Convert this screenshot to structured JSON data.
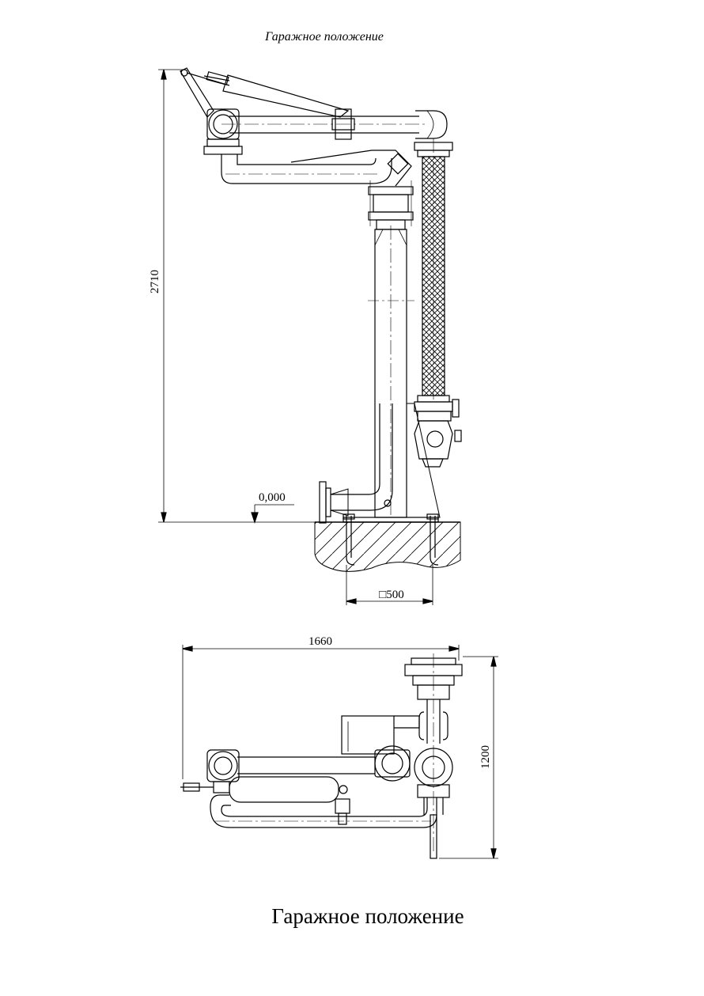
{
  "titles": {
    "top": "Гаражное положение",
    "bottom": "Гаражное положение"
  },
  "dimensions": {
    "height_side": "2710",
    "level": "0,000",
    "base_square": "□500",
    "width_plan": "1660",
    "depth_plan": "1200"
  },
  "colors": {
    "line": "#000000",
    "background": "#ffffff"
  }
}
